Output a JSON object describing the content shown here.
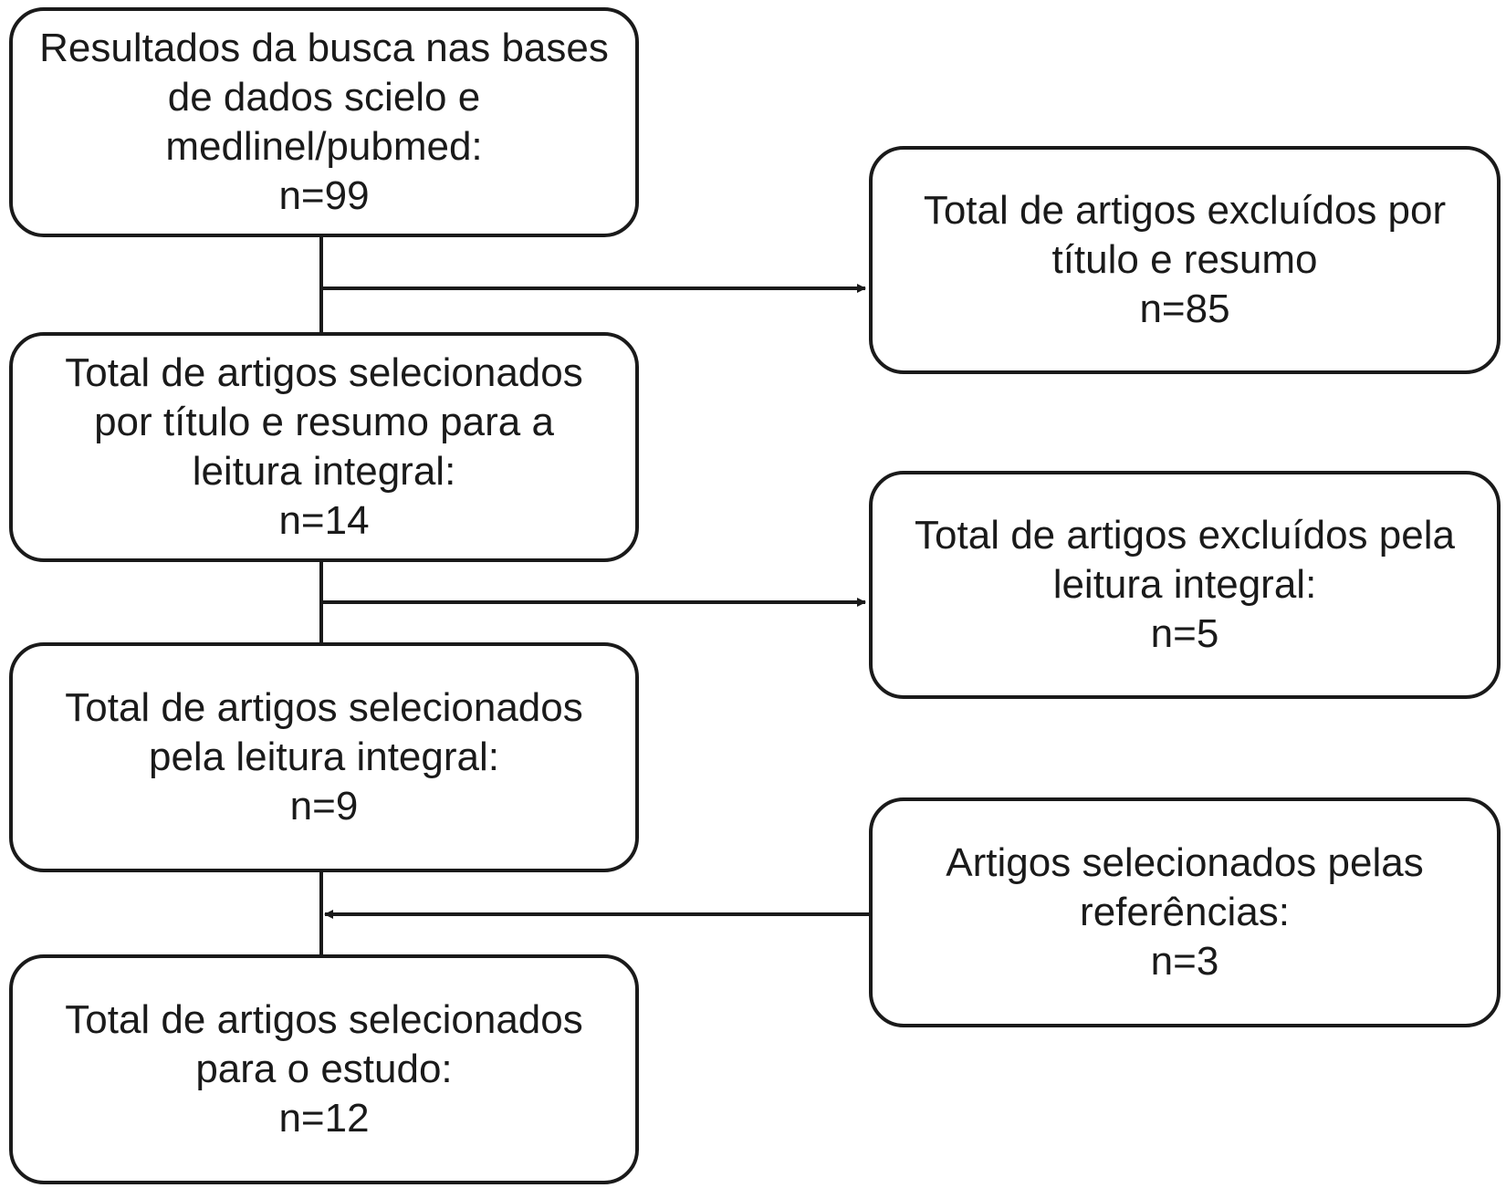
{
  "flowchart": {
    "search_results": {
      "lines": [
        "Resultados da busca nas bases",
        "de dados scielo e",
        "medlinel/pubmed:",
        "n=99"
      ]
    },
    "excluded_title_abstract": {
      "lines": [
        "Total de artigos excluídos por",
        "título e resumo",
        "n=85"
      ]
    },
    "selected_title_abstract": {
      "lines": [
        "Total de artigos selecionados",
        "por título e resumo para a",
        "leitura integral:",
        "n=14"
      ]
    },
    "excluded_full_text": {
      "lines": [
        "Total de artigos excluídos pela",
        "leitura integral:",
        "n=5"
      ]
    },
    "selected_full_text": {
      "lines": [
        "Total de artigos selecionados",
        "pela leitura integral:",
        "n=9"
      ]
    },
    "selected_references": {
      "lines": [
        "Artigos selecionados pelas",
        "referências:",
        "n=3"
      ]
    },
    "selected_study": {
      "lines": [
        "Total de artigos selecionados",
        "para o estudo:",
        "n=12"
      ]
    }
  }
}
